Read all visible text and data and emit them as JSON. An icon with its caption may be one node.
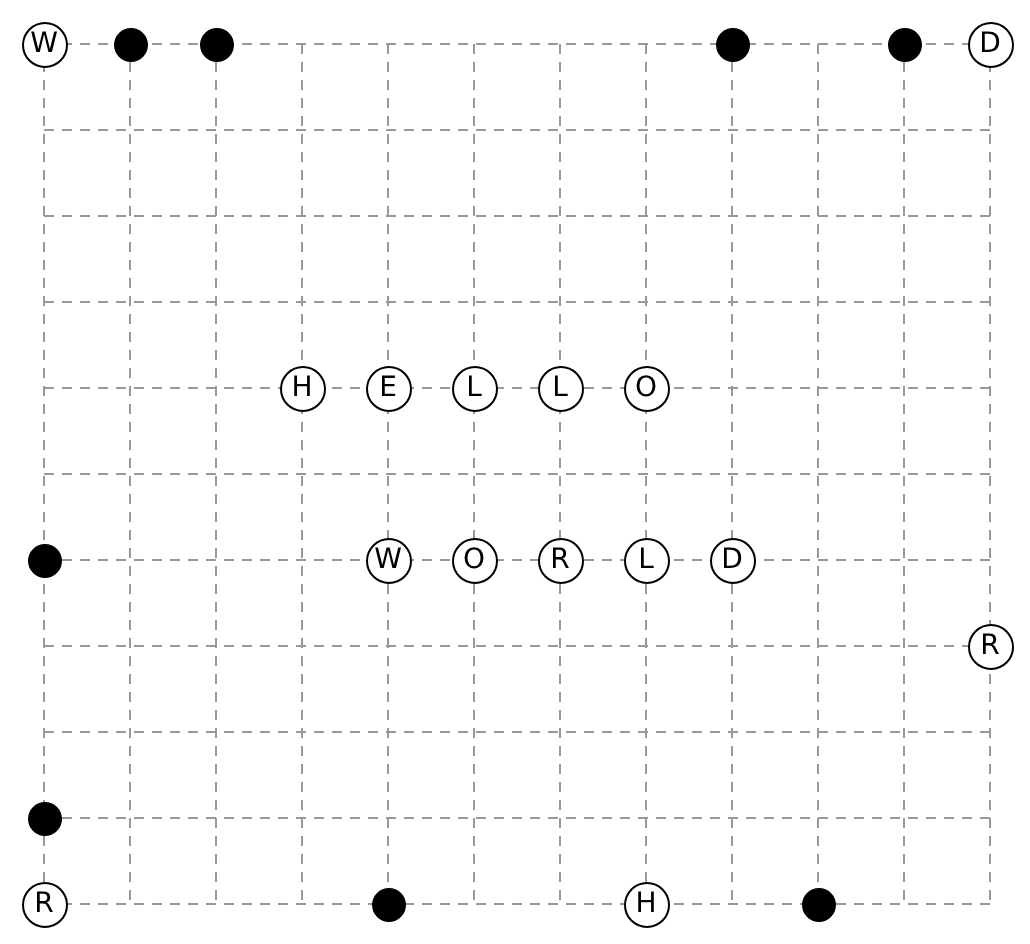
{
  "diagram": {
    "nodes": [
      {
        "text": [
          "W"
        ]
      },
      {
        "text": [],
        "shape": "circle"
      },
      {
        "text": [],
        "shape": "circle"
      },
      {
        "text": [],
        "shape": "circle"
      },
      {
        "text": [],
        "shape": "circle"
      },
      {
        "text": [
          "D"
        ]
      },
      {
        "text": [
          "H"
        ]
      },
      {
        "text": [
          "E"
        ]
      },
      {
        "text": [
          "L"
        ]
      },
      {
        "text": [
          "L"
        ]
      },
      {
        "text": [
          "O"
        ]
      },
      {
        "text": [],
        "shape": "circle"
      },
      {
        "text": [
          "W"
        ]
      },
      {
        "text": [
          "O"
        ]
      },
      {
        "text": [
          "R"
        ]
      },
      {
        "text": [
          "L"
        ]
      },
      {
        "text": [
          "D"
        ]
      },
      {
        "text": [
          "R"
        ]
      },
      {
        "text": [],
        "shape": "circle"
      },
      {
        "text": [
          "R"
        ]
      },
      {
        "text": [],
        "shape": "circle"
      },
      {
        "text": [
          "H"
        ]
      },
      {
        "text": [],
        "shape": "circle"
      }
    ]
  }
}
